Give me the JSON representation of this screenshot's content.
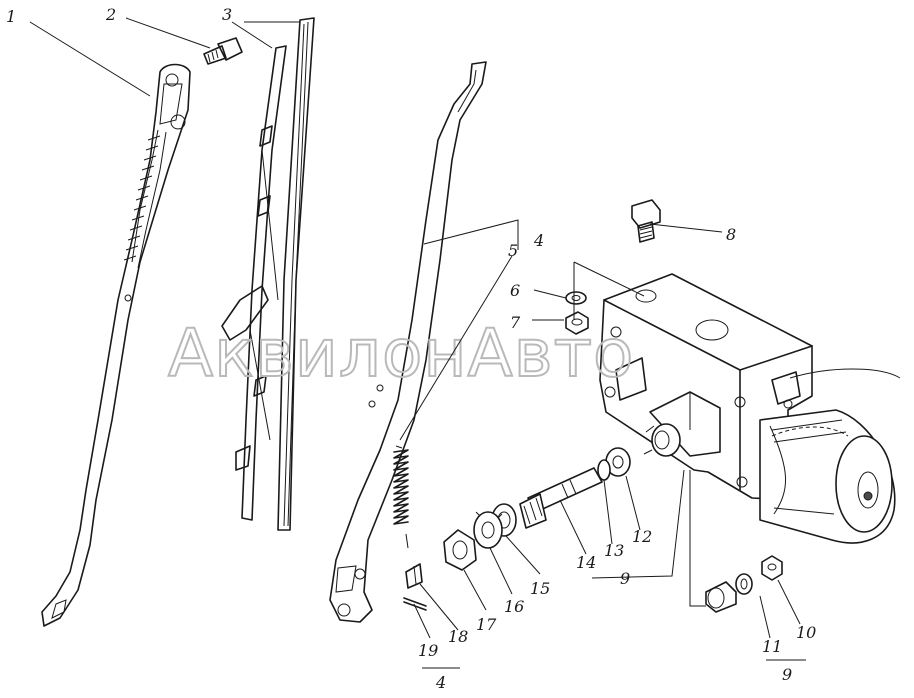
{
  "watermark": "АквилонАвто",
  "callouts": [
    {
      "id": "c1",
      "text": "1"
    },
    {
      "id": "c2",
      "text": "2"
    },
    {
      "id": "c3",
      "text": "3"
    },
    {
      "id": "c4a",
      "text": "4"
    },
    {
      "id": "c5",
      "text": "5"
    },
    {
      "id": "c6",
      "text": "6"
    },
    {
      "id": "c7",
      "text": "7"
    },
    {
      "id": "c8",
      "text": "8"
    },
    {
      "id": "c9a",
      "text": "9"
    },
    {
      "id": "c10",
      "text": "10"
    },
    {
      "id": "c11",
      "text": "11"
    },
    {
      "id": "c9b",
      "text": "9"
    },
    {
      "id": "c12",
      "text": "12"
    },
    {
      "id": "c13",
      "text": "13"
    },
    {
      "id": "c14",
      "text": "14"
    },
    {
      "id": "c15",
      "text": "15"
    },
    {
      "id": "c16",
      "text": "16"
    },
    {
      "id": "c17",
      "text": "17"
    },
    {
      "id": "c18",
      "text": "18"
    },
    {
      "id": "c19",
      "text": "19"
    },
    {
      "id": "c4b",
      "text": "4"
    }
  ],
  "colors": {
    "ink": "#1a1a1a",
    "watermark": "#b9b9b9",
    "background": "#ffffff"
  }
}
